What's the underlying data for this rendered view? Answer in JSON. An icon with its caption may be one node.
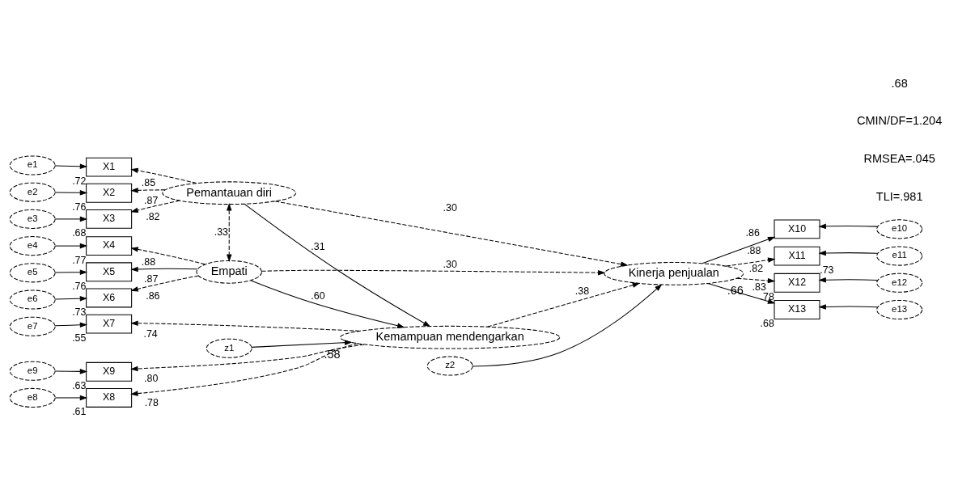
{
  "diagram": {
    "nodes": [
      {
        "text": [
          "Pemantauan diri"
        ]
      },
      {
        "text": [
          "Kemampuan mendengarkan"
        ],
        "beside": [
          ".58"
        ]
      },
      {
        "text": [
          "Empati"
        ]
      },
      {
        "text": [
          "Kinerja penjualan"
        ],
        "beside": [
          ".66"
        ]
      },
      {
        "text": [
          "X1"
        ],
        "beside": [
          ".72"
        ]
      },
      {
        "text": [
          "X2"
        ],
        "beside": [
          ".76"
        ]
      },
      {
        "text": [
          "X3"
        ],
        "beside": [
          ".68"
        ]
      },
      {
        "text": [
          "X4"
        ],
        "beside": [
          ".77"
        ]
      },
      {
        "text": [
          "X5"
        ],
        "beside": [
          ".76"
        ]
      },
      {
        "text": [
          "X6"
        ],
        "beside": [
          ".73"
        ]
      },
      {
        "text": [
          "X7"
        ],
        "beside": [
          ".55"
        ]
      },
      {
        "text": [
          "X8"
        ],
        "beside": [
          ".61"
        ]
      },
      {
        "text": [
          "X9"
        ],
        "beside": [
          ".63"
        ]
      },
      {
        "text": [
          "X10"
        ]
      },
      {
        "text": [
          "X11"
        ],
        "beside": [
          ".73"
        ]
      },
      {
        "text": [
          "X12"
        ],
        "beside": [
          ".78"
        ]
      },
      {
        "text": [
          "X13"
        ],
        "beside": [
          ".68"
        ]
      },
      {
        "text": [
          "e1"
        ]
      },
      {
        "text": [
          "e2"
        ]
      },
      {
        "text": [
          "e3"
        ]
      },
      {
        "text": [
          "e4"
        ]
      },
      {
        "text": [
          "e5"
        ]
      },
      {
        "text": [
          "e6"
        ]
      },
      {
        "text": [
          "e7"
        ]
      },
      {
        "text": [
          "e8"
        ]
      },
      {
        "text": [
          "e9"
        ]
      },
      {
        "text": [
          "e10"
        ]
      },
      {
        "text": [
          "e11"
        ]
      },
      {
        "text": [
          "e12"
        ]
      },
      {
        "text": [
          "e13"
        ]
      },
      {
        "text": [
          "z1"
        ]
      },
      {
        "text": [
          "z2"
        ]
      }
    ],
    "edges": [
      {
        "from": 17,
        "to": 4,
        "arrow": "to"
      },
      {
        "from": 18,
        "to": 5,
        "arrow": "to"
      },
      {
        "from": 19,
        "to": 6,
        "arrow": "to"
      },
      {
        "from": 20,
        "to": 7,
        "arrow": "to"
      },
      {
        "from": 21,
        "to": 8,
        "arrow": "to"
      },
      {
        "from": 22,
        "to": 9,
        "arrow": "to"
      },
      {
        "from": 23,
        "to": 10,
        "arrow": "to"
      },
      {
        "from": 24,
        "to": 11,
        "arrow": "to"
      },
      {
        "from": 25,
        "to": 12,
        "arrow": "to"
      },
      {
        "from": 26,
        "to": 13,
        "arrow": "to"
      },
      {
        "from": 27,
        "to": 14,
        "arrow": "to"
      },
      {
        "from": 28,
        "to": 15,
        "arrow": "to"
      },
      {
        "from": 29,
        "to": 16,
        "arrow": "to"
      },
      {
        "from": 0,
        "to": 4,
        "arrow": "to",
        "label": ".85",
        "style": "dashed"
      },
      {
        "from": 0,
        "to": 5,
        "arrow": "to",
        "label": ".87",
        "style": "dashed"
      },
      {
        "from": 0,
        "to": 6,
        "arrow": "to",
        "label": ".82",
        "style": "dashed"
      },
      {
        "from": 2,
        "to": 7,
        "arrow": "to",
        "label": ".88",
        "style": "dashed"
      },
      {
        "from": 2,
        "to": 8,
        "arrow": "to",
        "label": ".87"
      },
      {
        "from": 2,
        "to": 9,
        "arrow": "to",
        "label": ".86",
        "style": "dashed"
      },
      {
        "from": 1,
        "to": 12,
        "arrow": "to",
        "label": ".80",
        "style": "dashed"
      },
      {
        "from": 1,
        "to": 11,
        "arrow": "to",
        "label": ".78",
        "style": "dashed"
      },
      {
        "from": 1,
        "to": 10,
        "arrow": "to",
        "label": ".74",
        "style": "dashed"
      },
      {
        "from": 3,
        "to": 13,
        "arrow": "to",
        "label": ".86"
      },
      {
        "from": 3,
        "to": 14,
        "arrow": "to",
        "label": ".88",
        "style": "dashed"
      },
      {
        "from": 3,
        "to": 15,
        "arrow": "to",
        "label": ".82",
        "style": "dashed"
      },
      {
        "from": 3,
        "to": 16,
        "arrow": "to",
        "label": ".83"
      },
      {
        "from": 0,
        "to": 1,
        "arrow": "to",
        "label": ".31"
      },
      {
        "from": 0,
        "to": 3,
        "arrow": "to",
        "label": ".30",
        "style": "dashed"
      },
      {
        "from": 1,
        "to": 3,
        "arrow": "to",
        "label": ".38",
        "style": "dashed"
      },
      {
        "from": 2,
        "to": 1,
        "arrow": "to",
        "label": ".60"
      },
      {
        "from": 2,
        "to": 3,
        "arrow": "to",
        "label": ".30",
        "style": "dashed"
      },
      {
        "from": 0,
        "to": 2,
        "arrow": "both",
        "label": ".33",
        "style": "dashed"
      },
      {
        "from": 30,
        "to": 1,
        "arrow": "to"
      },
      {
        "from": 31,
        "to": 3,
        "arrow": "to"
      }
    ],
    "labels": [
      "TLI=.981",
      "RMSEA=.045",
      "CMIN/DF=1.204",
      ".68"
    ]
  }
}
